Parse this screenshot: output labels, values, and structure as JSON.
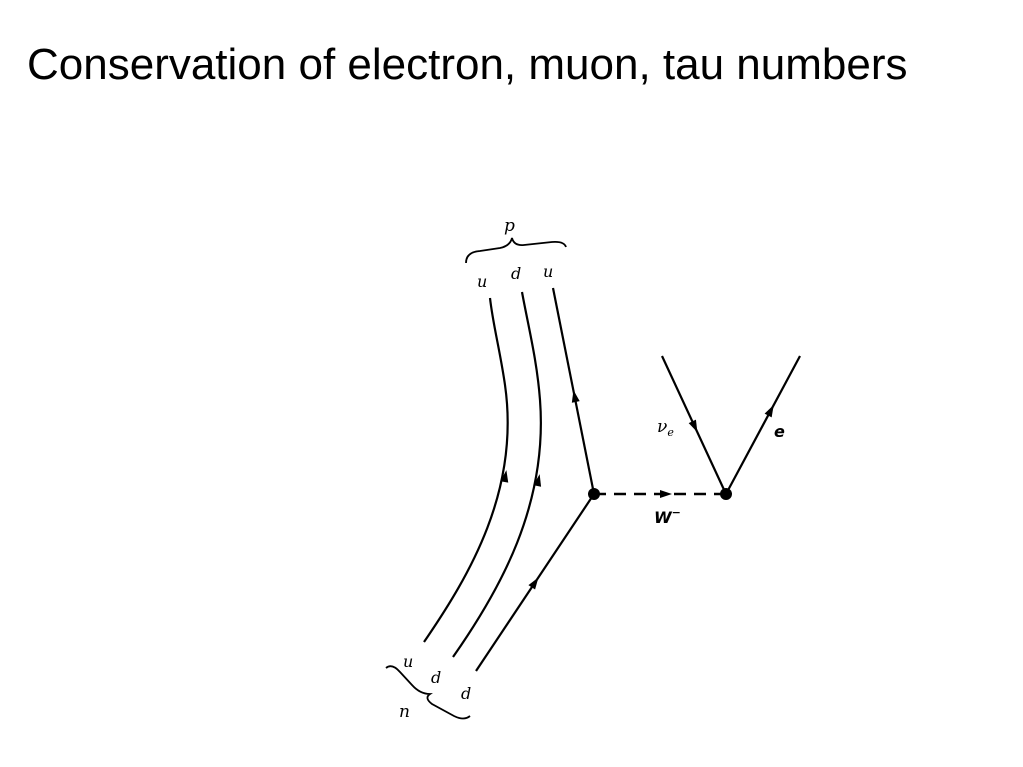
{
  "slide": {
    "title": "Conservation of electron, muon, tau numbers"
  },
  "diagram": {
    "proton_label": "p",
    "neutron_label": "n",
    "proton_quarks": [
      "u",
      "d",
      "u"
    ],
    "neutron_quarks": [
      "u",
      "d",
      "d"
    ],
    "boson_label": "W",
    "boson_charge": "−",
    "neutrino_label": "ν",
    "neutrino_subscript": "e",
    "electron_label": "e"
  }
}
